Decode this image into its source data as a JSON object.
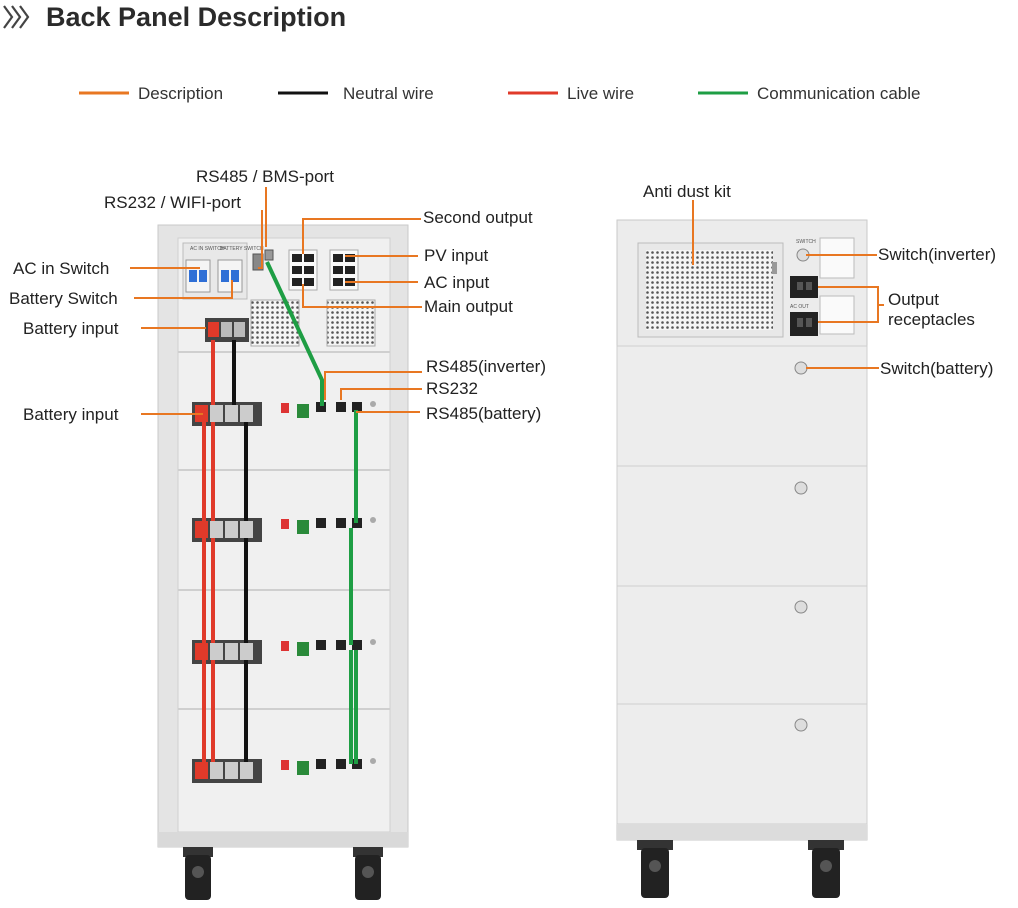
{
  "header": {
    "title": "Back Panel Description"
  },
  "legend": {
    "description": "Description",
    "neutral": "Neutral wire",
    "live": "Live wire",
    "comm": "Communication cable"
  },
  "colors": {
    "description": "#e87722",
    "neutral": "#111111",
    "live": "#e03a2a",
    "comm": "#1e9e44"
  },
  "left_labels": {
    "rs485_bms": "RS485 / BMS-port",
    "rs232_wifi": "RS232 / WIFI-port",
    "ac_in_switch": "AC in Switch",
    "battery_switch": "Battery Switch",
    "battery_input_top": "Battery input",
    "battery_input": "Battery input",
    "second_output": "Second output",
    "pv_input": "PV input",
    "ac_input": "AC input",
    "main_output": "Main output",
    "rs485_inverter": "RS485(inverter)",
    "rs232": "RS232",
    "rs485_battery": "RS485(battery)"
  },
  "right_labels": {
    "anti_dust": "Anti dust kit",
    "switch_inverter": "Switch(inverter)",
    "output_receptacles_1": "Output",
    "output_receptacles_2": "receptacles",
    "switch_battery": "Switch(battery)"
  },
  "panel_text": {
    "ac_out": "AC OUT",
    "switch": "SWITCH"
  }
}
